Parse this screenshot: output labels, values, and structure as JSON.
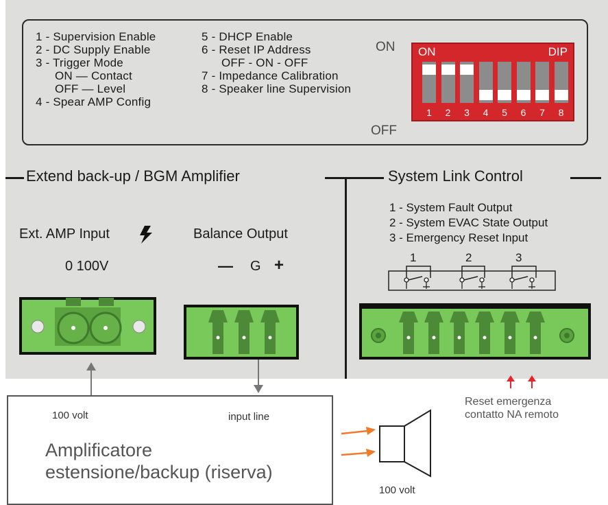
{
  "dip": {
    "legend_left": [
      "1 - Supervision Enable",
      "2 - DC Supply Enable",
      "3 - Trigger  Mode",
      "ON   —  Contact",
      "OFF —  Level",
      "4 - Spear AMP Config"
    ],
    "legend_right": [
      "5 - DHCP Enable",
      "6 - Reset IP Address",
      "OFF - ON - OFF",
      "7 - Impedance Calibration",
      "8 - Speaker line Supervision"
    ],
    "on_label": "ON",
    "off_label": "OFF",
    "switch_on_text": "ON",
    "switch_dip_text": "DIP",
    "switch_numbers": [
      "1",
      "2",
      "3",
      "4",
      "5",
      "6",
      "7",
      "8"
    ],
    "switch_states": [
      "on",
      "on",
      "on",
      "off",
      "off",
      "off",
      "off",
      "off"
    ]
  },
  "left_section": {
    "title": "Extend back-up / BGM  Amplifier",
    "ext_input_label": "Ext. AMP Input",
    "ext_input_range": "0  100V",
    "balance_label": "Balance Output",
    "polarity": [
      "—",
      "G",
      "+"
    ]
  },
  "right_section": {
    "title": "System Link Control",
    "items": [
      "1 -  System Fault Output",
      "2 -  System EVAC State Output",
      "3 -  Emergency Reset Input"
    ],
    "contact_numbers": [
      "1",
      "2",
      "3"
    ]
  },
  "annotations": {
    "volt_left": "100 volt",
    "input_line": "input line",
    "amp_box_line1": "Amplificatore",
    "amp_box_line2": "estensione/backup (riserva)",
    "reset_line1": "Reset emergenza",
    "reset_line2": "contatto NA remoto",
    "speaker_volt": "100 volt"
  },
  "colors": {
    "panel": "#dededc",
    "dip_red": "#d3272c",
    "terminal_green": "#78c85a",
    "arrow_orange": "#f07a2a",
    "arrow_red": "#e8262b"
  }
}
